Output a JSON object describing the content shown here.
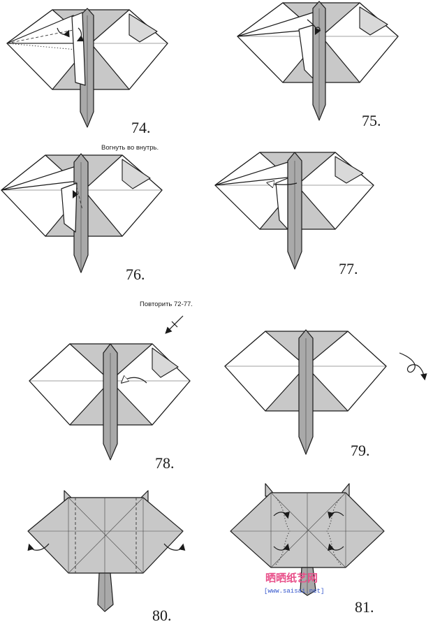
{
  "steps": [
    {
      "id": "74",
      "label": "74."
    },
    {
      "id": "75",
      "label": "75."
    },
    {
      "id": "76",
      "label": "76."
    },
    {
      "id": "77",
      "label": "77."
    },
    {
      "id": "78",
      "label": "78."
    },
    {
      "id": "79",
      "label": "79."
    },
    {
      "id": "80",
      "label": "80."
    },
    {
      "id": "81",
      "label": "81."
    }
  ],
  "notes": {
    "step76": "Вогнуть во внутрь.",
    "step78": "Повторить 72-77."
  },
  "watermark": {
    "site_name": "晒晒纸艺网",
    "url": "[www.saisai.net]"
  },
  "colors": {
    "paper_grey": "#c8c8c8",
    "paper_white": "#ffffff",
    "stick_grey": "#a9a9a9",
    "watermark_pink": "#e8508a",
    "watermark_blue": "#3355cc"
  }
}
